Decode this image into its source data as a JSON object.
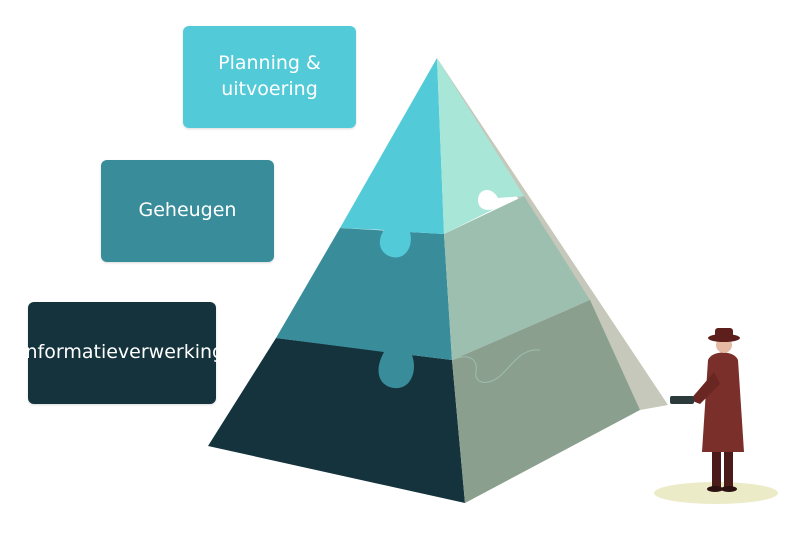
{
  "levels": [
    {
      "label": "Planning & uitvoering",
      "color": "#52cad8"
    },
    {
      "label": "Geheugen",
      "color": "#398d9b"
    },
    {
      "label": "Informatieverwerking",
      "color": "#14333d"
    }
  ],
  "colors": {
    "face_right_top": "#a8e6d8",
    "face_right_mid": "#9dbfb0",
    "face_right_bot": "#8a9f8d",
    "edge_side": "#c5c8bb",
    "spotlight": "#ecebc8",
    "detective_coat": "#7a2f2a",
    "detective_hat": "#5c1f1c"
  },
  "icons": [
    "puzzle-pyramid",
    "detective-with-flashlight"
  ]
}
